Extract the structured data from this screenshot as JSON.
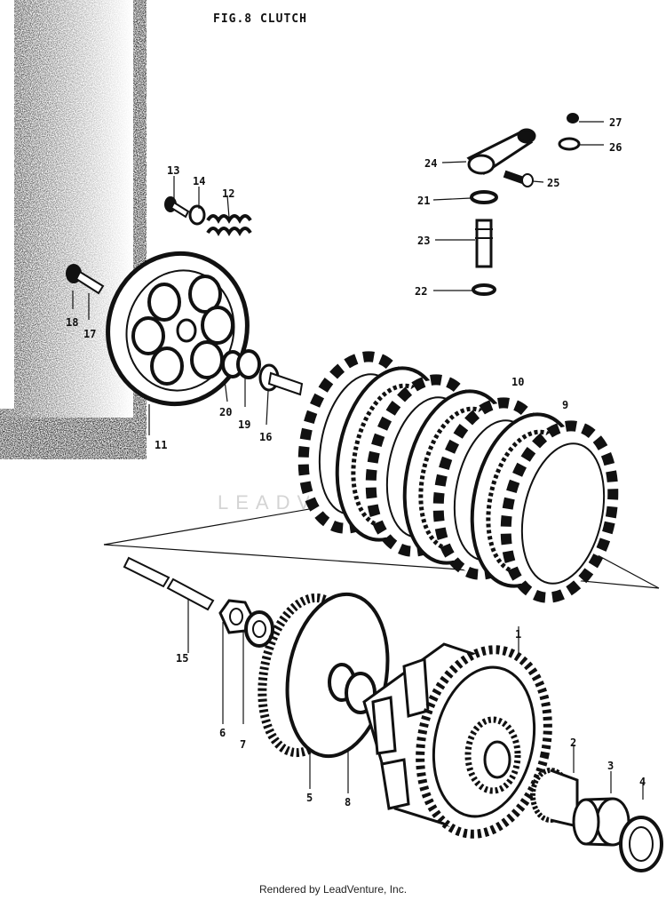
{
  "title": "FIG.8  CLUTCH",
  "footer": "Rendered by LeadVenture, Inc.",
  "watermark": "LEADV",
  "callouts": [
    "1",
    "2",
    "3",
    "4",
    "5",
    "6",
    "7",
    "8",
    "9",
    "10",
    "11",
    "12",
    "13",
    "14",
    "15",
    "16",
    "17",
    "18",
    "19",
    "20",
    "21",
    "22",
    "23",
    "24",
    "25",
    "26",
    "27"
  ]
}
